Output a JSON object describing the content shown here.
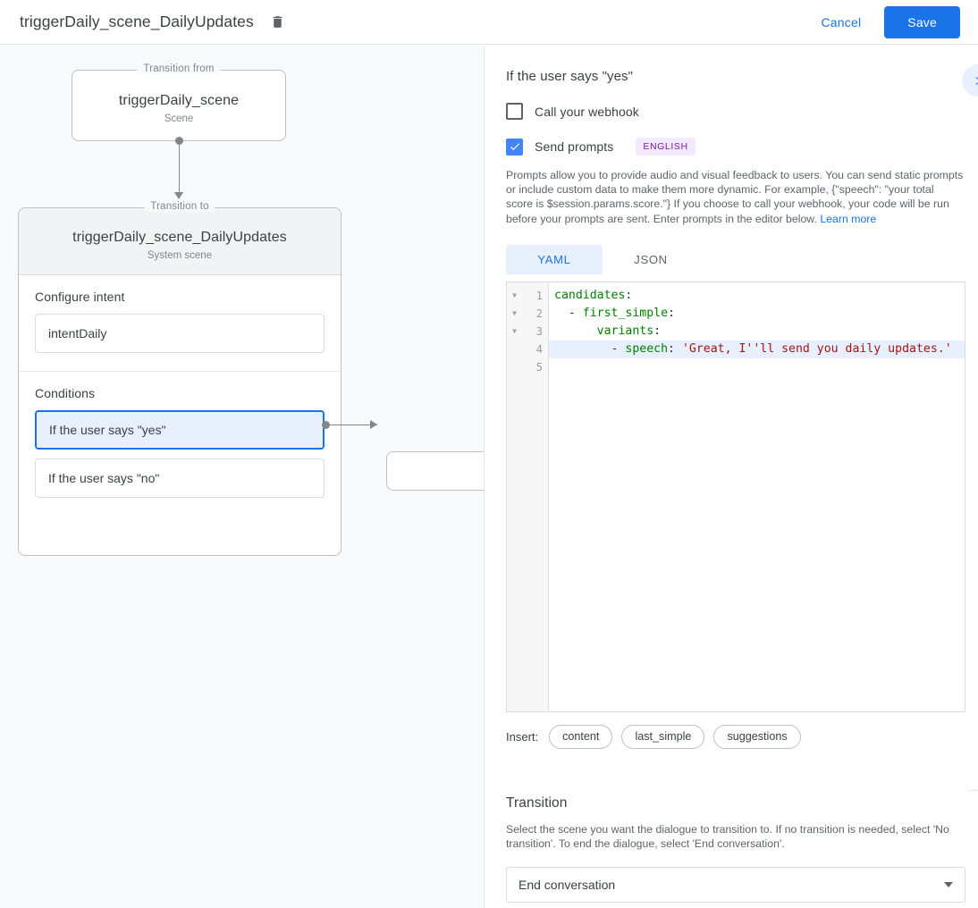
{
  "topbar": {
    "title": "triggerDaily_scene_DailyUpdates",
    "delete_icon": "trash-icon",
    "cancel_label": "Cancel",
    "save_label": "Save"
  },
  "canvas": {
    "from_legend": "Transition from",
    "from_node": {
      "title": "triggerDaily_scene",
      "subtitle": "Scene"
    },
    "to_legend": "Transition to",
    "to_node": {
      "title": "triggerDaily_scene_DailyUpdates",
      "subtitle": "System scene"
    },
    "intent_section": {
      "label": "Configure intent",
      "value": "intentDaily"
    },
    "conditions_section": {
      "label": "Conditions",
      "items": [
        {
          "label": "If the user says \"yes\"",
          "selected": true
        },
        {
          "label": "If the user says \"no\"",
          "selected": false
        }
      ]
    },
    "stub_node": {
      "label": ""
    }
  },
  "panel": {
    "header": "If the user says \"yes\"",
    "collapse_icon": "chevron-right-icon",
    "webhook": {
      "label": "Call your webhook",
      "checked": false
    },
    "prompts": {
      "label": "Send prompts",
      "checked": true,
      "badge": "ENGLISH",
      "badge_bg": "#f3e8fd",
      "badge_color": "#7b1fa2"
    },
    "description": "Prompts allow you to provide audio and visual feedback to users. You can send static prompts or include custom data to make them more dynamic. For example, {\"speech\": \"your total score is $session.params.score.\"} If you choose to call your webhook, your code will be run before your prompts are sent. Enter prompts in the editor below. ",
    "learn_more": "Learn more",
    "tabs": [
      {
        "label": "YAML",
        "active": true
      },
      {
        "label": "JSON",
        "active": false
      }
    ],
    "editor": {
      "lines": [
        {
          "num": "1",
          "fold": true,
          "highlight": false,
          "tokens": [
            {
              "t": "candidates",
              "c": "k"
            },
            {
              "t": ":",
              "c": "p"
            }
          ]
        },
        {
          "num": "2",
          "fold": true,
          "highlight": false,
          "tokens": [
            {
              "t": "  - ",
              "c": "p"
            },
            {
              "t": "first_simple",
              "c": "k"
            },
            {
              "t": ":",
              "c": "p"
            }
          ]
        },
        {
          "num": "3",
          "fold": true,
          "highlight": false,
          "tokens": [
            {
              "t": "      ",
              "c": "p"
            },
            {
              "t": "variants",
              "c": "k"
            },
            {
              "t": ":",
              "c": "p"
            }
          ]
        },
        {
          "num": "4",
          "fold": false,
          "highlight": true,
          "tokens": [
            {
              "t": "        - ",
              "c": "p"
            },
            {
              "t": "speech",
              "c": "k"
            },
            {
              "t": ": ",
              "c": "p"
            },
            {
              "t": "'Great, I''ll send you daily updates.'",
              "c": "s"
            }
          ]
        },
        {
          "num": "5",
          "fold": false,
          "highlight": false,
          "tokens": []
        }
      ]
    },
    "insert": {
      "label": "Insert:",
      "chips": [
        "content",
        "last_simple",
        "suggestions"
      ]
    },
    "transition": {
      "title": "Transition",
      "description": "Select the scene you want the dialogue to transition to. If no transition is needed, select 'No transition'. To end the dialogue, select 'End conversation'.",
      "selected": "End conversation",
      "caret_icon": "caret-down-icon"
    }
  },
  "colors": {
    "accent": "#1a73e8",
    "checkbox": "#4285f4",
    "canvas_bg": "#f8f9fa",
    "selected_row": "#e8f0fe"
  }
}
